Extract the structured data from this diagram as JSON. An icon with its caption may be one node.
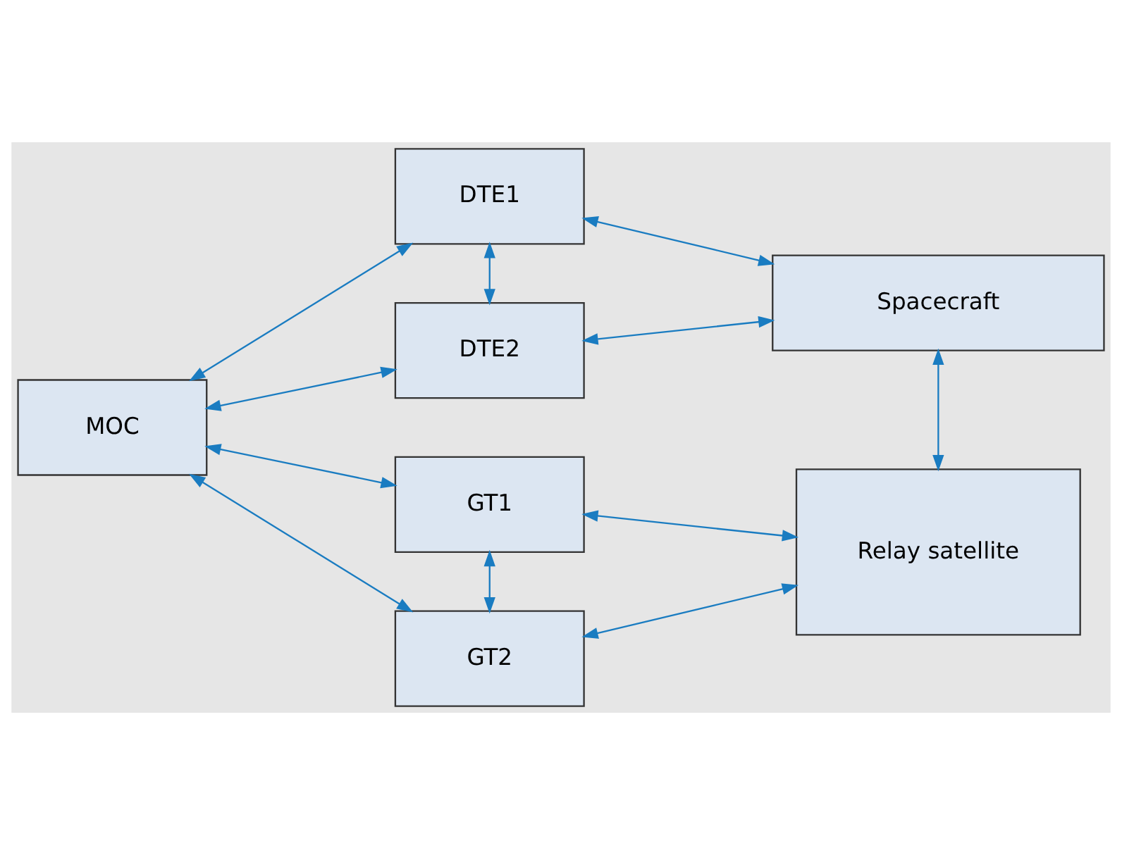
{
  "diagram": {
    "nodes": [
      {
        "text": [
          "DTE1"
        ]
      },
      {
        "text": [
          "DTE2"
        ]
      },
      {
        "text": [
          "MOC"
        ]
      },
      {
        "text": [
          "Spacecraft"
        ]
      },
      {
        "text": [
          "GT1"
        ]
      },
      {
        "text": [
          "Relay satellite"
        ]
      },
      {
        "text": [
          "GT2"
        ]
      }
    ],
    "edges": [
      {
        "from": 2,
        "to": 0,
        "arrow": "both"
      },
      {
        "from": 2,
        "to": 1,
        "arrow": "both"
      },
      {
        "from": 2,
        "to": 4,
        "arrow": "both"
      },
      {
        "from": 2,
        "to": 6,
        "arrow": "both"
      },
      {
        "from": 0,
        "to": 1,
        "arrow": "both"
      },
      {
        "from": 0,
        "to": 3,
        "arrow": "both"
      },
      {
        "from": 1,
        "to": 3,
        "arrow": "both"
      },
      {
        "from": 4,
        "to": 6,
        "arrow": "both"
      },
      {
        "from": 4,
        "to": 5,
        "arrow": "both"
      },
      {
        "from": 6,
        "to": 5,
        "arrow": "both"
      },
      {
        "from": 3,
        "to": 5,
        "arrow": "both"
      }
    ]
  }
}
